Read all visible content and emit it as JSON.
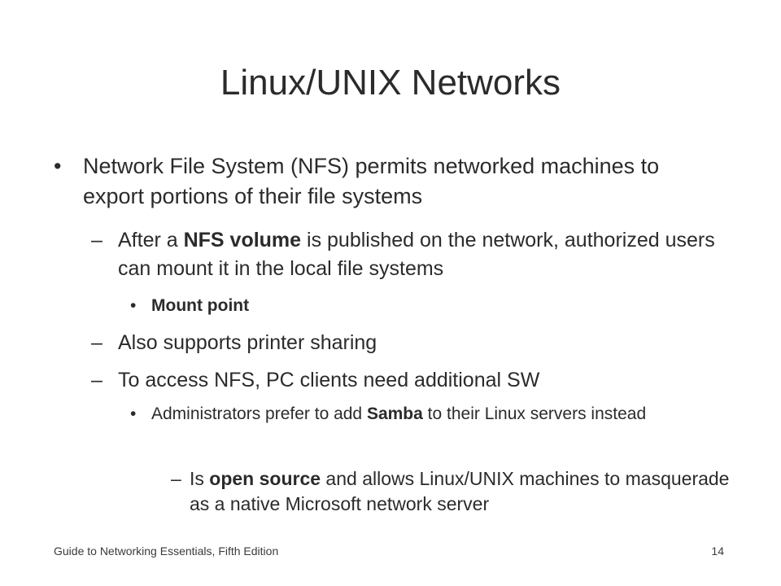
{
  "slide": {
    "title": "Linux/UNIX Networks",
    "items": [
      {
        "level": 1,
        "marker": "•",
        "segments": [
          {
            "text": "Network File System (NFS) permits networked machines to export portions of their file systems",
            "bold": false
          }
        ]
      },
      {
        "level": 2,
        "marker": "–",
        "segments": [
          {
            "text": "After a ",
            "bold": false
          },
          {
            "text": "NFS volume",
            "bold": true
          },
          {
            "text": " is published on the network, authorized users can mount it in the local file systems",
            "bold": false
          }
        ]
      },
      {
        "level": 3,
        "marker": "•",
        "segments": [
          {
            "text": "Mount point",
            "bold": true
          }
        ]
      },
      {
        "level": 2,
        "marker": "–",
        "segments": [
          {
            "text": "Also supports printer sharing",
            "bold": false
          }
        ]
      },
      {
        "level": 2,
        "marker": "–",
        "segments": [
          {
            "text": "To access NFS, PC clients need additional SW",
            "bold": false
          }
        ]
      },
      {
        "level": 3,
        "marker": "•",
        "segments": [
          {
            "text": "Administrators prefer to add ",
            "bold": false
          },
          {
            "text": "Samba",
            "bold": true
          },
          {
            "text": " to their Linux servers instead",
            "bold": false
          }
        ]
      },
      {
        "level": 4,
        "marker": "–",
        "segments": [
          {
            "text": "Is ",
            "bold": false
          },
          {
            "text": "open source",
            "bold": true
          },
          {
            "text": " and allows Linux/UNIX machines to masquerade as a native Microsoft network server",
            "bold": false
          }
        ]
      }
    ]
  },
  "footer": {
    "left": "Guide to Networking Essentials, Fifth Edition",
    "page_number": "14"
  }
}
